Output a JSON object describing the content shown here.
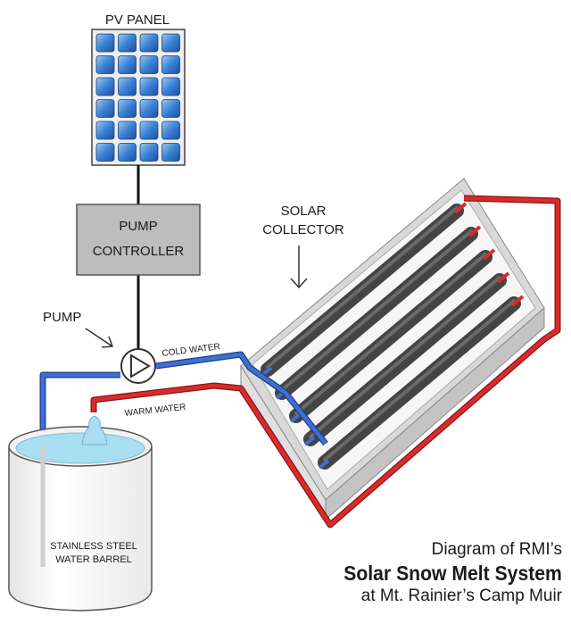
{
  "labels": {
    "pv_panel": "PV PANEL",
    "pump_controller_line1": "PUMP",
    "pump_controller_line2": "CONTROLLER",
    "pump": "PUMP",
    "solar_collector_line1": "SOLAR",
    "solar_collector_line2": "COLLECTOR",
    "cold_water": "COLD WATER",
    "warm_water": "WARM WATER",
    "barrel_line1": "STAINLESS STEEL",
    "barrel_line2": "WATER BARREL"
  },
  "caption": {
    "line1": "Diagram of RMI’s",
    "line2": "Solar Snow Melt System",
    "line3": "at Mt. Rainier’s Camp Muir"
  },
  "colors": {
    "cold_pipe": "#3f6fd1",
    "warm_pipe": "#d92b2b",
    "pv_cell": "#3a82d6",
    "controller_fill": "#bdbdbd",
    "collector_tube": "#555555",
    "water": "#a9def2"
  }
}
